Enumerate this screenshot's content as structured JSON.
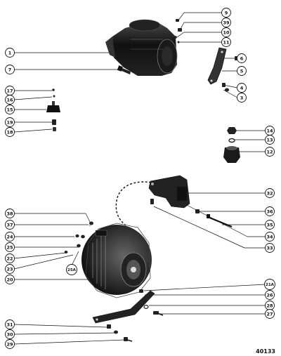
{
  "callouts": {
    "c9": "9",
    "c39": "39",
    "c10": "10",
    "c11": "11",
    "c1": "1",
    "c7": "7",
    "c6": "6",
    "c5": "5",
    "c4": "4",
    "c3": "3",
    "c17": "17",
    "c16": "16",
    "c15": "15",
    "c19": "19",
    "c18": "18",
    "c14": "14",
    "c13": "13",
    "c12": "12",
    "c32": "32",
    "c36": "36",
    "c35": "35",
    "c34": "34",
    "c33": "33",
    "c38": "38",
    "c37": "37",
    "c24": "24",
    "c25": "25",
    "c22": "22",
    "c23": "23",
    "c25a": "25A",
    "c20": "20",
    "c21a": "21A",
    "c26": "26",
    "c28": "28",
    "c27": "27",
    "c31": "31",
    "c30": "30",
    "c29": "29"
  },
  "figure_ref": "40133"
}
